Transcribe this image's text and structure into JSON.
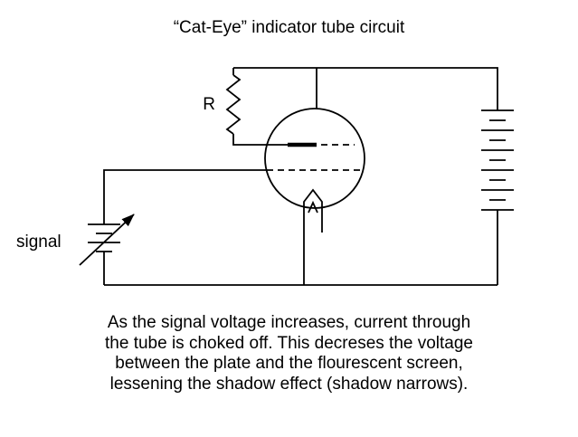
{
  "title": "“Cat-Eye” indicator tube circuit",
  "circuit": {
    "resistor_label": "R",
    "signal_label": "signal"
  },
  "caption": {
    "lines": [
      "As the signal voltage increases, current through",
      "the tube is choked off. This decreses the voltage",
      "between the plate and the flourescent screen,",
      "lessening the shadow effect (shadow narrows)."
    ]
  },
  "colors": {
    "stroke": "#000000",
    "background": "#ffffff"
  }
}
